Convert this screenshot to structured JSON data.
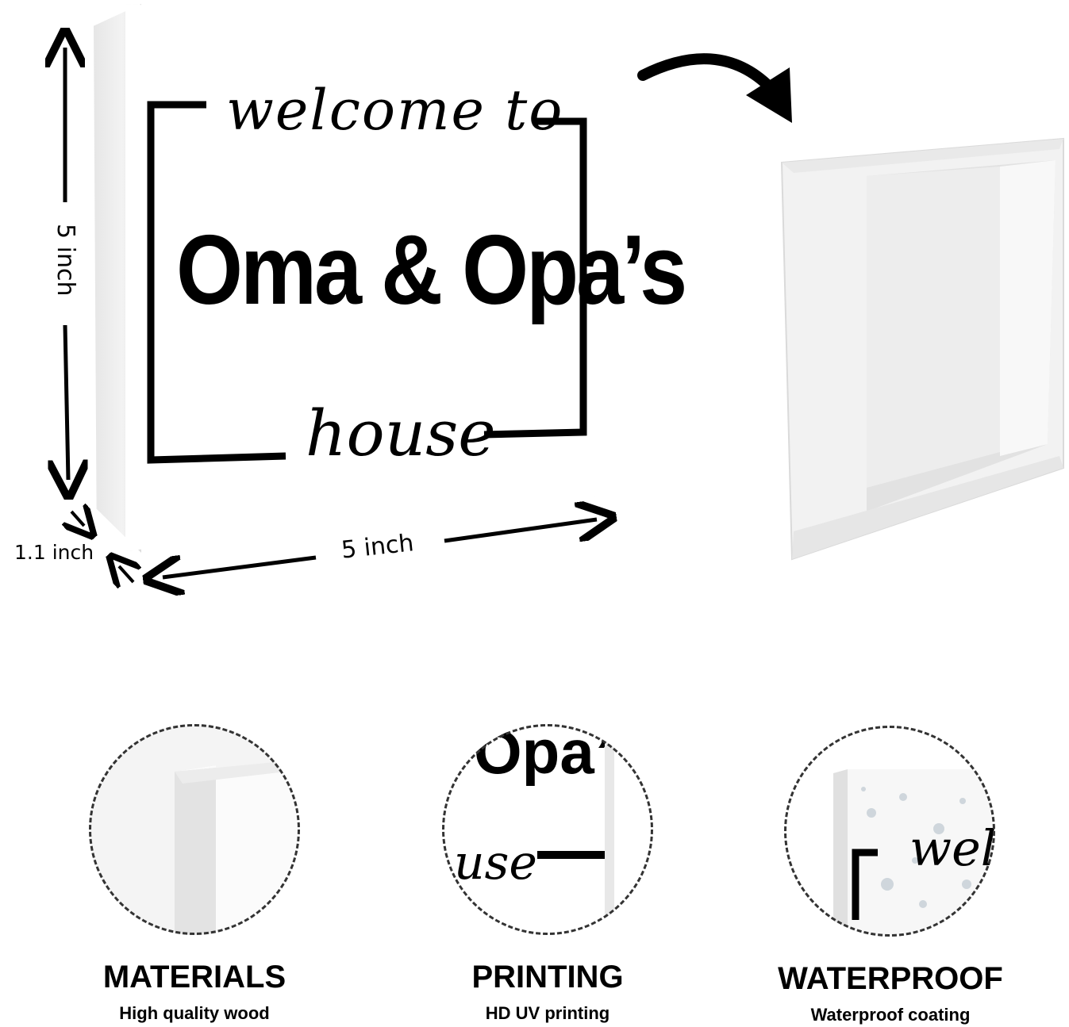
{
  "sign": {
    "line1": "welcome to",
    "line2": "Oma & Opa’s",
    "line3": "house"
  },
  "dimensions": {
    "height": "5 inch",
    "width": "5 inch",
    "depth": "1.1 inch"
  },
  "features": [
    {
      "title": "MATERIALS",
      "subtitle": "High quality wood"
    },
    {
      "title": "PRINTING",
      "subtitle": "HD UV printing"
    },
    {
      "title": "WATERPROOF",
      "subtitle": "Waterproof coating"
    }
  ],
  "detail_views": {
    "printing_fragment_top": "Opa’",
    "printing_fragment_bottom": "use",
    "waterproof_fragment": "wel"
  },
  "colors": {
    "ink": "#000000",
    "board": "#ffffff",
    "frame_shadow": "#d9d9d9"
  }
}
